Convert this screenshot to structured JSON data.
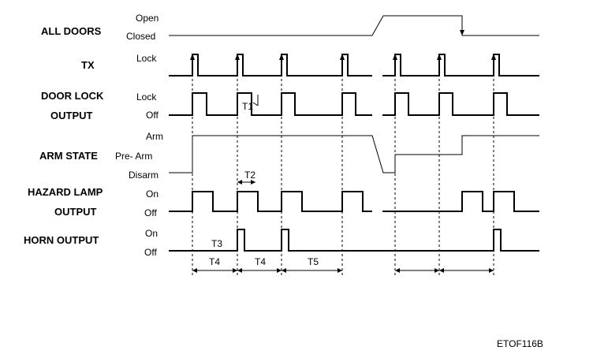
{
  "signals": [
    {
      "id": "all-doors",
      "label": "ALL DOORS",
      "states": [
        "Open",
        "Closed"
      ]
    },
    {
      "id": "tx",
      "label": "TX",
      "states": [
        "Lock"
      ]
    },
    {
      "id": "door-lock",
      "label_lines": [
        "DOOR LOCK",
        "OUTPUT"
      ],
      "states": [
        "Lock",
        "Off"
      ]
    },
    {
      "id": "arm-state",
      "label": "ARM STATE",
      "states": [
        "Arm",
        "Pre- Arm",
        "Disarm"
      ]
    },
    {
      "id": "hazard",
      "label_lines": [
        "HAZARD LAMP",
        "OUTPUT"
      ],
      "states": [
        "On",
        "Off"
      ]
    },
    {
      "id": "horn",
      "label": "HORN OUTPUT",
      "states": [
        "On",
        "Off"
      ]
    }
  ],
  "timing_labels": {
    "t1": "T1",
    "t2": "T2",
    "t3": "T3",
    "t4a": "T4",
    "t4b": "T4",
    "t5": "T5"
  },
  "figure_code": "ETOF116B"
}
